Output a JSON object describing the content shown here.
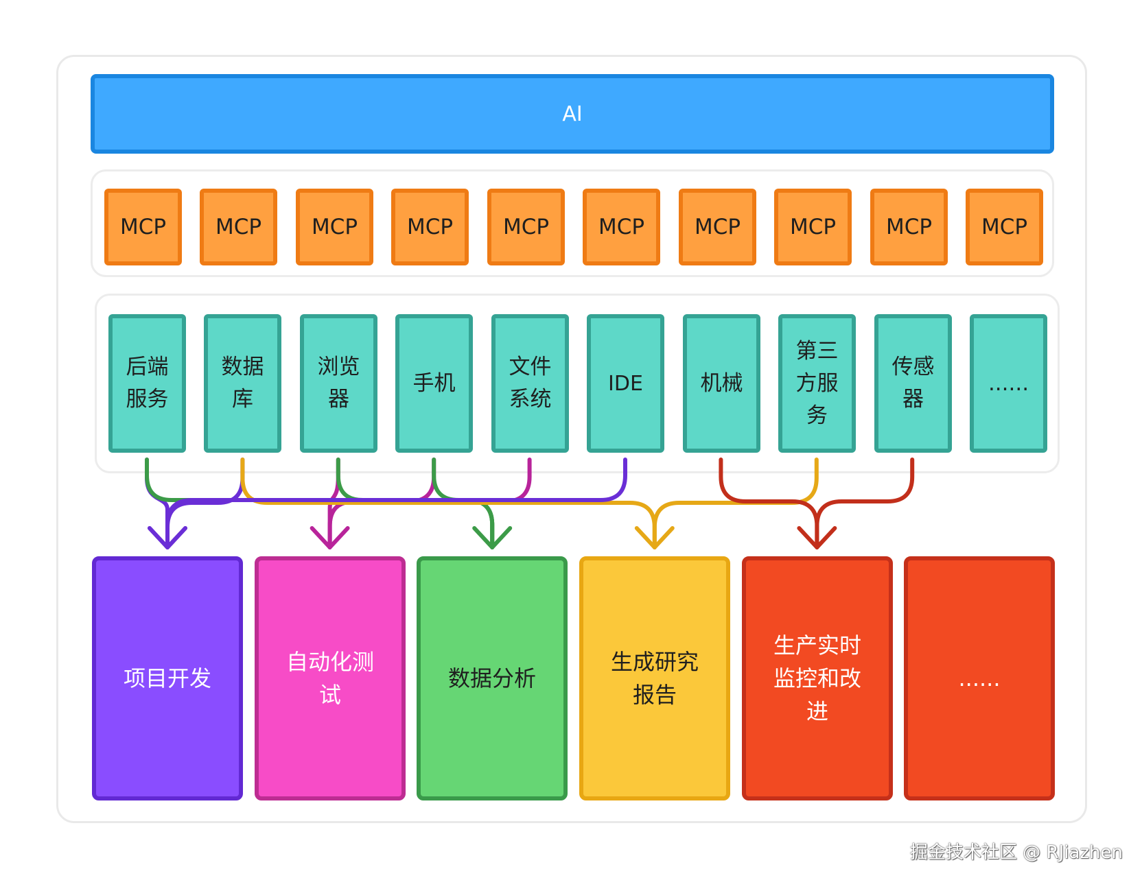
{
  "top": {
    "label": "AI",
    "color": "#3fa9ff"
  },
  "mcp_row": {
    "labels": [
      "MCP",
      "MCP",
      "MCP",
      "MCP",
      "MCP",
      "MCP",
      "MCP",
      "MCP",
      "MCP",
      "MCP"
    ],
    "color": "#ffa040"
  },
  "sources": [
    {
      "label": "后端\n服务"
    },
    {
      "label": "数据\n库"
    },
    {
      "label": "浏览\n器"
    },
    {
      "label": "手机"
    },
    {
      "label": "文件\n系统"
    },
    {
      "label": "IDE"
    },
    {
      "label": "机械"
    },
    {
      "label": "第三\n方服\n务"
    },
    {
      "label": "传感\n器"
    },
    {
      "label": "......"
    }
  ],
  "outputs": [
    {
      "label": "项目开发",
      "fill": "#8a4dff",
      "border": "#6229d3",
      "text": "#ffffff"
    },
    {
      "label": "自动化测\n试",
      "fill": "#f74cc7",
      "border": "#bd2d92",
      "text": "#ffffff"
    },
    {
      "label": "数据分析",
      "fill": "#66d674",
      "border": "#3a9a4a",
      "text": "#1f1f1f"
    },
    {
      "label": "生成研究\n报告",
      "fill": "#fbc83a",
      "border": "#e8a713",
      "text": "#1f1f1f"
    },
    {
      "label": "生产实时\n监控和改\n进",
      "fill": "#f24a22",
      "border": "#c5301a",
      "text": "#ffffff"
    },
    {
      "label": "......",
      "fill": "#f24a22",
      "border": "#c5301a",
      "text": "#ffffff"
    }
  ],
  "flows": [
    {
      "color": "#6a2ed6",
      "to": 0,
      "from": [
        0,
        1
      ]
    },
    {
      "color": "#b8249a",
      "to": 1,
      "from": [
        2,
        3,
        4
      ]
    },
    {
      "color": "#3c9b48",
      "to": 2,
      "from": [
        0,
        2,
        3
      ]
    },
    {
      "color": "#e6a817",
      "to": 3,
      "from": [
        1,
        7
      ]
    },
    {
      "color": "#c22f1b",
      "to": 4,
      "from": [
        6,
        8
      ]
    },
    {
      "color": "#6a2ed6",
      "to": 0,
      "from": [
        5
      ]
    }
  ],
  "watermark": "掘金技术社区 @ RJiazhen"
}
